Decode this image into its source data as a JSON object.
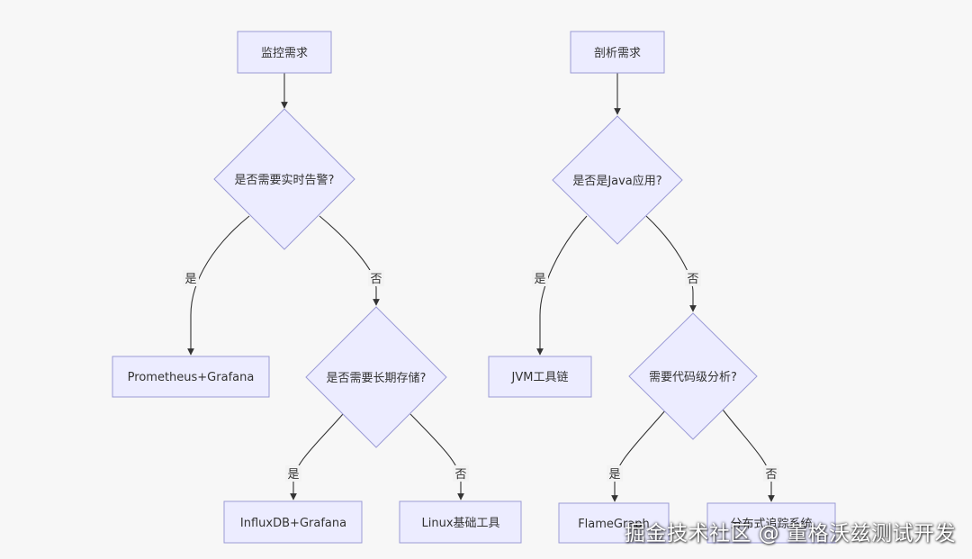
{
  "nodes": {
    "monitor_need": "监控需求",
    "realtime_alert_q": "是否需要实时告警?",
    "prometheus_grafana": "Prometheus+Grafana",
    "long_storage_q": "是否需要长期存储?",
    "influxdb_grafana": "InfluxDB+Grafana",
    "linux_tools": "Linux基础工具",
    "profile_need": "剖析需求",
    "java_app_q": "是否是Java应用?",
    "jvm_toolchain": "JVM工具链",
    "code_level_q": "需要代码级分析?",
    "flamegraph": "FlameGraph",
    "distributed_tracing": "分布式追踪系统"
  },
  "edge_labels": {
    "yes": "是",
    "no": "否"
  },
  "watermark": "掘金技术社区 @ 董格沃兹测试开发",
  "colors": {
    "node_fill": "#ececff",
    "node_stroke": "#9b9bd6",
    "edge": "#333333",
    "background": "#f7f7f7"
  }
}
